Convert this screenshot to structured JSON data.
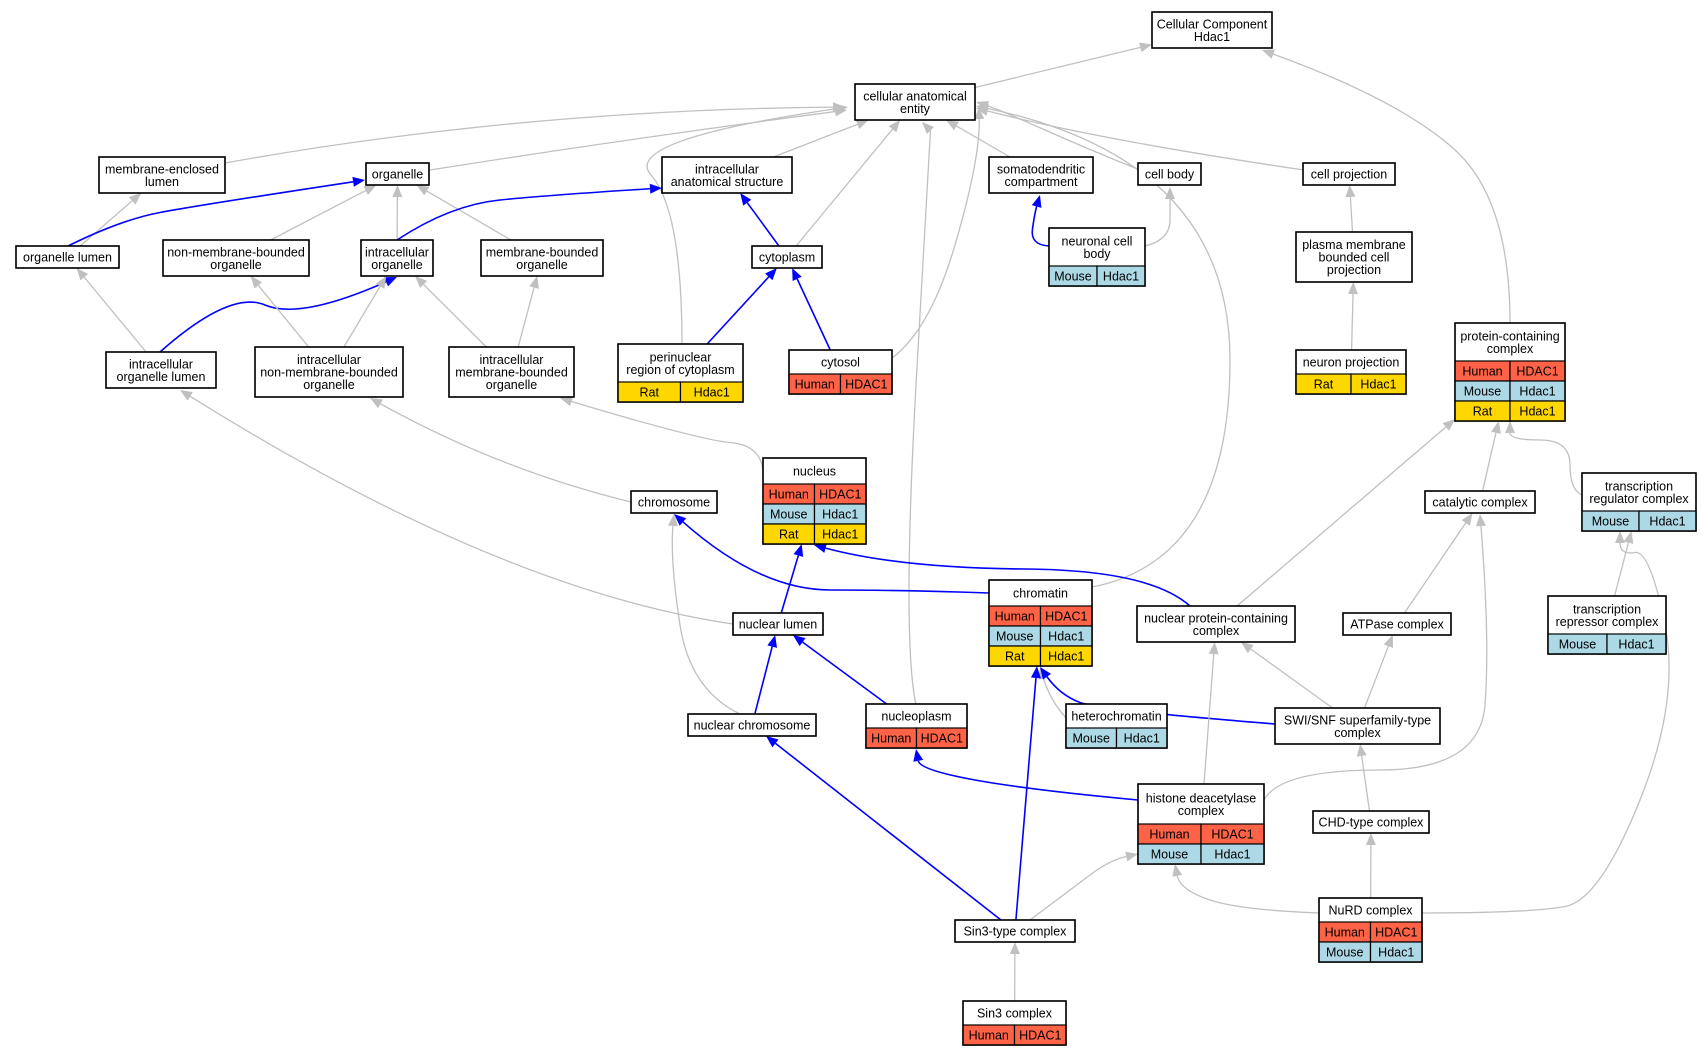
{
  "colors": {
    "human": "#ff6347",
    "mouse": "#add8e6",
    "rat": "#ffd700",
    "edge_grey": "#c0c0c0",
    "edge_blue": "#0000ff"
  },
  "nodes": {
    "root": {
      "lines": [
        "Cellular Component",
        "Hdac1"
      ]
    },
    "cae": {
      "lines": [
        "cellular anatomical",
        "entity"
      ]
    },
    "mel": {
      "lines": [
        "membrane-enclosed",
        "lumen"
      ]
    },
    "organelle": {
      "lines": [
        "organelle"
      ]
    },
    "ias": {
      "lines": [
        "intracellular",
        "anatomical structure"
      ]
    },
    "somato": {
      "lines": [
        "somatodendritic",
        "compartment"
      ]
    },
    "cellbody": {
      "lines": [
        "cell body"
      ]
    },
    "cellproj": {
      "lines": [
        "cell projection"
      ]
    },
    "orglumen": {
      "lines": [
        "organelle lumen"
      ]
    },
    "nmbo": {
      "lines": [
        "non-membrane-bounded",
        "organelle"
      ]
    },
    "intorg": {
      "lines": [
        "intracellular",
        "organelle"
      ]
    },
    "mbo": {
      "lines": [
        "membrane-bounded",
        "organelle"
      ]
    },
    "cytoplasm": {
      "lines": [
        "cytoplasm"
      ]
    },
    "ncb": {
      "lines": [
        "neuronal cell",
        "body"
      ],
      "rows": [
        [
          "Mouse",
          "Hdac1"
        ]
      ]
    },
    "pmbcp": {
      "lines": [
        "plasma membrane",
        "bounded cell",
        "projection"
      ]
    },
    "iol": {
      "lines": [
        "intracellular",
        "organelle lumen"
      ]
    },
    "inmbo": {
      "lines": [
        "intracellular",
        "non-membrane-bounded",
        "organelle"
      ]
    },
    "imbo": {
      "lines": [
        "intracellular",
        "membrane-bounded",
        "organelle"
      ]
    },
    "perinuc": {
      "lines": [
        "perinuclear",
        "region of cytoplasm"
      ],
      "rows": [
        [
          "Rat",
          "Hdac1"
        ]
      ]
    },
    "cytosol": {
      "lines": [
        "cytosol"
      ],
      "rows": [
        [
          "Human",
          "HDAC1"
        ]
      ]
    },
    "neuproj": {
      "lines": [
        "neuron projection"
      ],
      "rows": [
        [
          "Rat",
          "Hdac1"
        ]
      ]
    },
    "pcc": {
      "lines": [
        "protein-containing",
        "complex"
      ],
      "rows": [
        [
          "Human",
          "HDAC1"
        ],
        [
          "Mouse",
          "Hdac1"
        ],
        [
          "Rat",
          "Hdac1"
        ]
      ]
    },
    "nucleus": {
      "lines": [
        "nucleus"
      ],
      "rows": [
        [
          "Human",
          "HDAC1"
        ],
        [
          "Mouse",
          "Hdac1"
        ],
        [
          "Rat",
          "Hdac1"
        ]
      ]
    },
    "chromosome": {
      "lines": [
        "chromosome"
      ]
    },
    "catalytic": {
      "lines": [
        "catalytic complex"
      ]
    },
    "trc": {
      "lines": [
        "transcription",
        "regulator complex"
      ],
      "rows": [
        [
          "Mouse",
          "Hdac1"
        ]
      ]
    },
    "chromatin": {
      "lines": [
        "chromatin"
      ],
      "rows": [
        [
          "Human",
          "HDAC1"
        ],
        [
          "Mouse",
          "Hdac1"
        ],
        [
          "Rat",
          "Hdac1"
        ]
      ]
    },
    "nuclumen": {
      "lines": [
        "nuclear lumen"
      ]
    },
    "npcc": {
      "lines": [
        "nuclear protein-containing",
        "complex"
      ]
    },
    "atpase": {
      "lines": [
        "ATPase complex"
      ]
    },
    "trepc": {
      "lines": [
        "transcription",
        "repressor complex"
      ],
      "rows": [
        [
          "Mouse",
          "Hdac1"
        ]
      ]
    },
    "nucchrom": {
      "lines": [
        "nuclear chromosome"
      ]
    },
    "nucleoplasm": {
      "lines": [
        "nucleoplasm"
      ],
      "rows": [
        [
          "Human",
          "HDAC1"
        ]
      ]
    },
    "hetero": {
      "lines": [
        "heterochromatin"
      ],
      "rows": [
        [
          "Mouse",
          "Hdac1"
        ]
      ]
    },
    "swisnf": {
      "lines": [
        "SWI/SNF superfamily-type",
        "complex"
      ]
    },
    "hdac": {
      "lines": [
        "histone deacetylase",
        "complex"
      ],
      "rows": [
        [
          "Human",
          "HDAC1"
        ],
        [
          "Mouse",
          "Hdac1"
        ]
      ]
    },
    "chd": {
      "lines": [
        "CHD-type complex"
      ]
    },
    "nurd": {
      "lines": [
        "NuRD complex"
      ],
      "rows": [
        [
          "Human",
          "HDAC1"
        ],
        [
          "Mouse",
          "Hdac1"
        ]
      ]
    },
    "sin3type": {
      "lines": [
        "Sin3-type complex"
      ]
    },
    "sin3": {
      "lines": [
        "Sin3 complex"
      ],
      "rows": [
        [
          "Human",
          "HDAC1"
        ]
      ]
    }
  },
  "edges": [
    {
      "from": "cae",
      "to": "root",
      "kind": "is_a"
    },
    {
      "from": "pcc",
      "to": "root",
      "kind": "is_a"
    },
    {
      "from": "mel",
      "to": "cae",
      "kind": "is_a"
    },
    {
      "from": "organelle",
      "to": "cae",
      "kind": "is_a"
    },
    {
      "from": "ias",
      "to": "cae",
      "kind": "is_a"
    },
    {
      "from": "somato",
      "to": "cae",
      "kind": "is_a"
    },
    {
      "from": "cellbody",
      "to": "cae",
      "kind": "is_a"
    },
    {
      "from": "cellproj",
      "to": "cae",
      "kind": "is_a"
    },
    {
      "from": "cytoplasm",
      "to": "cae",
      "kind": "is_a"
    },
    {
      "from": "perinuc",
      "to": "cae",
      "kind": "is_a"
    },
    {
      "from": "cytosol",
      "to": "cae",
      "kind": "is_a"
    },
    {
      "from": "nucleoplasm",
      "to": "cae",
      "kind": "is_a"
    },
    {
      "from": "chromatin",
      "to": "cae",
      "kind": "is_a"
    },
    {
      "from": "orglumen",
      "to": "mel",
      "kind": "is_a"
    },
    {
      "from": "orglumen",
      "to": "organelle",
      "kind": "part_of"
    },
    {
      "from": "nmbo",
      "to": "organelle",
      "kind": "is_a"
    },
    {
      "from": "intorg",
      "to": "organelle",
      "kind": "is_a"
    },
    {
      "from": "mbo",
      "to": "organelle",
      "kind": "is_a"
    },
    {
      "from": "intorg",
      "to": "ias",
      "kind": "part_of"
    },
    {
      "from": "cytoplasm",
      "to": "ias",
      "kind": "part_of"
    },
    {
      "from": "ncb",
      "to": "somato",
      "kind": "part_of"
    },
    {
      "from": "ncb",
      "to": "cellbody",
      "kind": "is_a"
    },
    {
      "from": "pmbcp",
      "to": "cellproj",
      "kind": "is_a"
    },
    {
      "from": "neuproj",
      "to": "pmbcp",
      "kind": "is_a"
    },
    {
      "from": "iol",
      "to": "orglumen",
      "kind": "is_a"
    },
    {
      "from": "iol",
      "to": "intorg",
      "kind": "part_of"
    },
    {
      "from": "inmbo",
      "to": "nmbo",
      "kind": "is_a"
    },
    {
      "from": "inmbo",
      "to": "intorg",
      "kind": "is_a"
    },
    {
      "from": "imbo",
      "to": "intorg",
      "kind": "is_a"
    },
    {
      "from": "imbo",
      "to": "mbo",
      "kind": "is_a"
    },
    {
      "from": "perinuc",
      "to": "cytoplasm",
      "kind": "part_of"
    },
    {
      "from": "cytosol",
      "to": "cytoplasm",
      "kind": "part_of"
    },
    {
      "from": "nucleus",
      "to": "imbo",
      "kind": "is_a"
    },
    {
      "from": "chromosome",
      "to": "inmbo",
      "kind": "is_a"
    },
    {
      "from": "nuclumen",
      "to": "iol",
      "kind": "is_a"
    },
    {
      "from": "nuclumen",
      "to": "nucleus",
      "kind": "part_of"
    },
    {
      "from": "chromatin",
      "to": "chromosome",
      "kind": "part_of"
    },
    {
      "from": "npcc",
      "to": "nucleus",
      "kind": "part_of"
    },
    {
      "from": "npcc",
      "to": "pcc",
      "kind": "is_a"
    },
    {
      "from": "catalytic",
      "to": "pcc",
      "kind": "is_a"
    },
    {
      "from": "trc",
      "to": "pcc",
      "kind": "is_a"
    },
    {
      "from": "nucchrom",
      "to": "chromosome",
      "kind": "is_a"
    },
    {
      "from": "nucchrom",
      "to": "nuclumen",
      "kind": "part_of"
    },
    {
      "from": "nucleoplasm",
      "to": "nuclumen",
      "kind": "part_of"
    },
    {
      "from": "hetero",
      "to": "chromatin",
      "kind": "is_a"
    },
    {
      "from": "swisnf",
      "to": "chromatin",
      "kind": "part_of"
    },
    {
      "from": "swisnf",
      "to": "npcc",
      "kind": "is_a"
    },
    {
      "from": "swisnf",
      "to": "atpase",
      "kind": "is_a"
    },
    {
      "from": "atpase",
      "to": "catalytic",
      "kind": "is_a"
    },
    {
      "from": "trepc",
      "to": "trc",
      "kind": "is_a"
    },
    {
      "from": "hdac",
      "to": "nucleoplasm",
      "kind": "part_of"
    },
    {
      "from": "hdac",
      "to": "npcc",
      "kind": "is_a"
    },
    {
      "from": "hdac",
      "to": "catalytic",
      "kind": "is_a"
    },
    {
      "from": "chd",
      "to": "swisnf",
      "kind": "is_a"
    },
    {
      "from": "nurd",
      "to": "chd",
      "kind": "is_a"
    },
    {
      "from": "nurd",
      "to": "hdac",
      "kind": "is_a"
    },
    {
      "from": "nurd",
      "to": "trepc",
      "kind": "is_a"
    },
    {
      "from": "sin3type",
      "to": "nucchrom",
      "kind": "part_of"
    },
    {
      "from": "sin3type",
      "to": "chromatin",
      "kind": "part_of"
    },
    {
      "from": "sin3type",
      "to": "hdac",
      "kind": "is_a"
    },
    {
      "from": "sin3",
      "to": "sin3type",
      "kind": "is_a"
    }
  ]
}
